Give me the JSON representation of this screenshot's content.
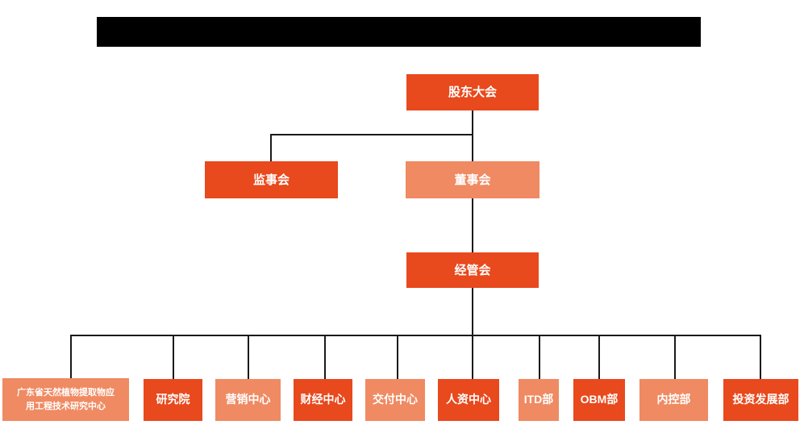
{
  "colors": {
    "primary_orange": "#e8491d",
    "secondary_salmon": "#ef8a62",
    "connector_line": "#1a1a1a",
    "redaction_bar": "#000000",
    "node_text": "#ffffff"
  },
  "nodes": {
    "shareholders": {
      "label": "股东大会"
    },
    "supervisory": {
      "label": "监事会"
    },
    "board": {
      "label": "董事会"
    },
    "management": {
      "label": "经管会"
    }
  },
  "departments": [
    {
      "label": "广东省天然植物提取物应\n用工程技术研究中心"
    },
    {
      "label": "研究院"
    },
    {
      "label": "营销中心"
    },
    {
      "label": "财经中心"
    },
    {
      "label": "交付中心"
    },
    {
      "label": "人资中心"
    },
    {
      "label": "ITD部"
    },
    {
      "label": "OBM部"
    },
    {
      "label": "内控部"
    },
    {
      "label": "投资发展部"
    }
  ],
  "structure": {
    "edges": [
      [
        "股东大会",
        "监事会"
      ],
      [
        "股东大会",
        "董事会"
      ],
      [
        "董事会",
        "经管会"
      ],
      [
        "经管会",
        "广东省天然植物提取物应用工程技术研究中心"
      ],
      [
        "经管会",
        "研究院"
      ],
      [
        "经管会",
        "营销中心"
      ],
      [
        "经管会",
        "财经中心"
      ],
      [
        "经管会",
        "交付中心"
      ],
      [
        "经管会",
        "人资中心"
      ],
      [
        "经管会",
        "ITD部"
      ],
      [
        "经管会",
        "OBM部"
      ],
      [
        "经管会",
        "内控部"
      ],
      [
        "经管会",
        "投资发展部"
      ]
    ]
  }
}
